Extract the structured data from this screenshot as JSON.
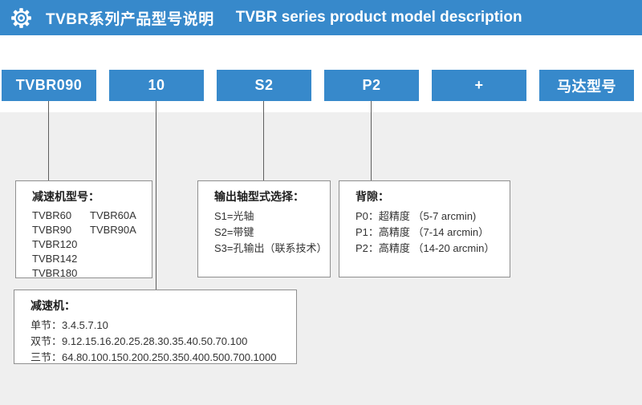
{
  "header": {
    "title_zh": "TVBR系列产品型号说明",
    "title_en": "TVBR series product model description"
  },
  "model_code": {
    "segments": [
      "TVBR090",
      "10",
      "S2",
      "P2",
      "+",
      "马达型号"
    ]
  },
  "boxes": {
    "gearbox_model": {
      "title": "减速机型号：",
      "col1": [
        "TVBR60",
        "TVBR90",
        "TVBR120",
        "TVBR142",
        "TVBR180"
      ],
      "col2": [
        "TVBR60A",
        "TVBR90A"
      ]
    },
    "output_shaft": {
      "title": "输出轴型式选择：",
      "items": [
        "S1=光轴",
        "S2=带键",
        "S3=孔输出（联系技术）"
      ]
    },
    "backlash": {
      "title": "背隙：",
      "items": [
        "P0：超精度 （5-7 arcmin)",
        "P1：高精度 （7-14 arcmin）",
        "P2：高精度 （14-20 arcmin）"
      ]
    },
    "ratio": {
      "title": "减速机：",
      "items": [
        "单节：3.4.5.7.10",
        "双节：9.12.15.16.20.25.28.30.35.40.50.70.100",
        "三节：64.80.100.150.200.250.350.400.500.700.1000"
      ]
    }
  },
  "colors": {
    "primary_blue": "#3789cb",
    "panel_grey": "#efefef",
    "line_grey": "#5e5e5e",
    "border_grey": "#8f8f8f"
  }
}
